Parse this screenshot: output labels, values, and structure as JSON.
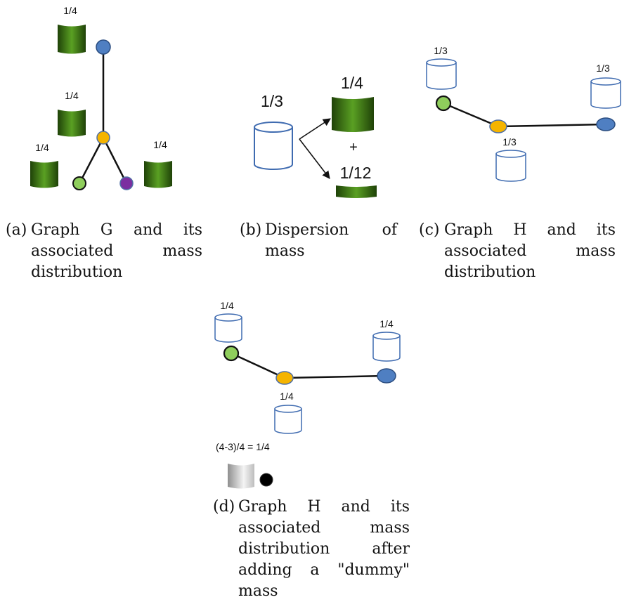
{
  "panel_a": {
    "node_colors": {
      "top": "#4f7fc2",
      "center": "#f5b400",
      "left": "#8fce5c",
      "right": "#7b2fa0"
    },
    "mass_labels": [
      "1/4",
      "1/4",
      "1/4",
      "1/4"
    ],
    "cylinder_fill": "green-gradient"
  },
  "panel_b": {
    "source_label": "1/3",
    "target_top_label": "1/4",
    "plus_label": "+",
    "target_bottom_label": "1/12"
  },
  "panel_c": {
    "mass_labels": [
      "1/3",
      "1/3",
      "1/3"
    ],
    "node_colors": {
      "left": "#8fce5c",
      "center": "#f5b400",
      "right": "#4f7fc2"
    }
  },
  "panel_d": {
    "mass_labels": [
      "1/4",
      "1/4",
      "1/4"
    ],
    "dummy_label": "(4-3)/4 = 1/4",
    "dummy_node_color": "#000000"
  },
  "captions": {
    "a": {
      "tag": "(a)",
      "text": "Graph G and its associated mass distribution"
    },
    "b": {
      "tag": "(b)",
      "text": "Dispersion of mass"
    },
    "c": {
      "tag": "(c)",
      "text": "Graph H and its associated mass distribution"
    },
    "d": {
      "tag": "(d)",
      "text": "Graph H and its associated mass distribution after adding a \"dummy\" mass"
    }
  }
}
